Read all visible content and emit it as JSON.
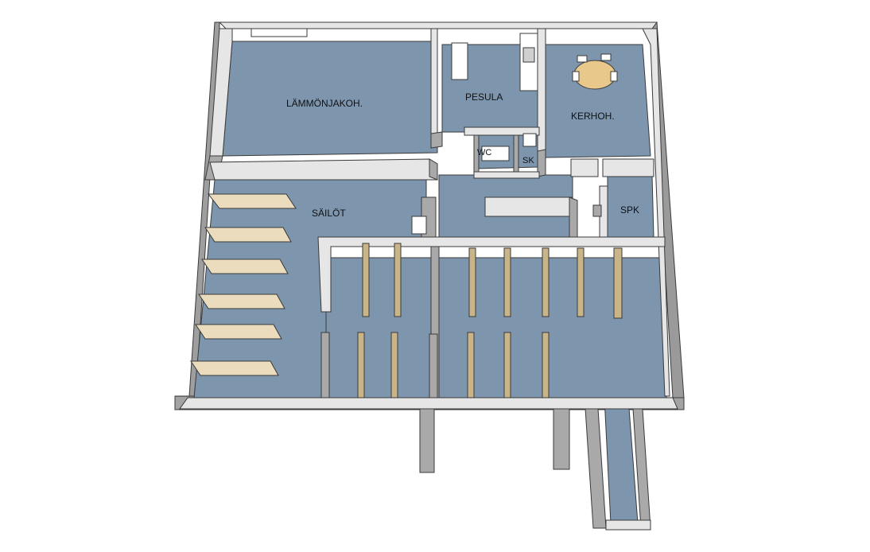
{
  "rooms": {
    "lammonjako": "LÄMMÖNJAKOH.",
    "pesula": "PESULA",
    "kerhoh": "KERHOH.",
    "wc": "WC",
    "sk": "SK",
    "sailot": "SÄILÖT",
    "spk": "SPK"
  },
  "colors": {
    "floor": "#7d95ad",
    "wall_top": "#e6e6e6",
    "wall_side": "#a9a9a9",
    "wall_outline": "#3a3a3a",
    "shelf_face": "#eadcbd",
    "shelf_side": "#c9b587",
    "background": "#ffffff"
  }
}
